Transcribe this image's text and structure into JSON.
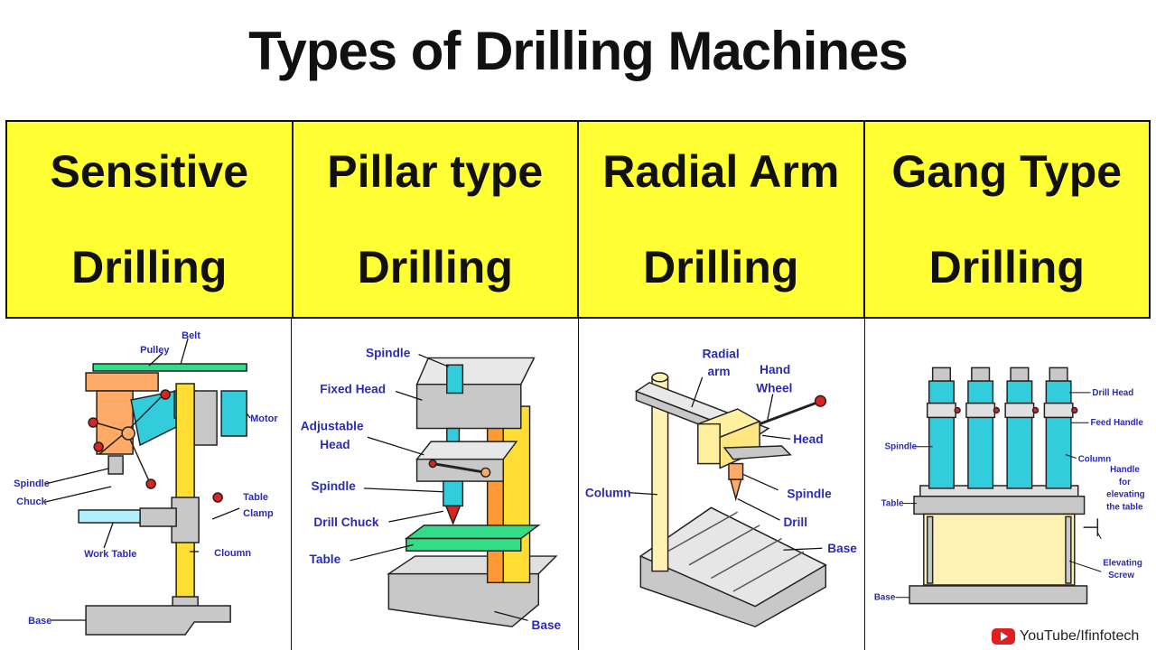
{
  "title": "Types of Drilling Machines",
  "columns": [
    {
      "line1": "Sensitive",
      "line2": "Drilling"
    },
    {
      "line1": "Pillar type",
      "line2": "Drilling"
    },
    {
      "line1": "Radial Arm",
      "line2": "Drilling"
    },
    {
      "line1": "Gang Type",
      "line2": "Drilling"
    }
  ],
  "sensitive_labels": {
    "belt": "Belt",
    "pulley": "Pulley",
    "motor": "Motor",
    "spindle": "Spindle",
    "chuck": "Chuck",
    "table_clamp_1": "Table",
    "table_clamp_2": "Clamp",
    "work_table": "Work Table",
    "column": "Cloumn",
    "base": "Base"
  },
  "pillar_labels": {
    "spindle_top": "Spindle",
    "fixed_head": "Fixed Head",
    "adjustable_head_1": "Adjustable",
    "adjustable_head_2": "Head",
    "spindle": "Spindle",
    "drill_chuck": "Drill Chuck",
    "table": "Table",
    "base": "Base"
  },
  "radial_labels": {
    "radial_arm_1": "Radial",
    "radial_arm_2": "arm",
    "hand_wheel_1": "Hand",
    "hand_wheel_2": "Wheel",
    "head": "Head",
    "column": "Column",
    "spindle": "Spindle",
    "drill": "Drill",
    "base": "Base"
  },
  "gang_labels": {
    "drill_head": "Drill Head",
    "feed_handle": "Feed Handle",
    "spindle": "Spindle",
    "column": "Column",
    "table": "Table",
    "handle_1": "Handle",
    "handle_2": "for",
    "handle_3": "elevating",
    "handle_4": "the table",
    "elevating_screw_1": "Elevating",
    "elevating_screw_2": "Screw",
    "base": "Base"
  },
  "footer": {
    "channel": "YouTube/Ifinfotech"
  },
  "colors": {
    "header_bg": "#ffff33",
    "label": "#2b2bb0",
    "cyan": "#33ccdd",
    "gray": "#c8c8c8",
    "orange": "#ffaa66",
    "yellow": "#ffdd33",
    "green": "#33dd88"
  }
}
